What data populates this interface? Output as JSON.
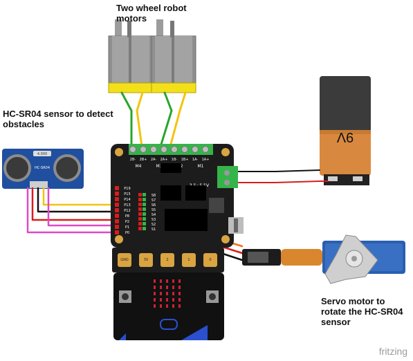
{
  "labels": {
    "motors": "Two wheel robot motors",
    "sensor": "HC-SR04 sensor to detect obstacles",
    "servo": "Servo motor to rotate the HC-SR04 sensor",
    "battery": "9V",
    "ultrasonic_model": "HC-SR04",
    "board_voltage": "3.5~5.5V",
    "watermark": "fritzing"
  },
  "board": {
    "motor_terminals": [
      "2B-",
      "2B+",
      "2A-",
      "2A+",
      "1B-",
      "1B+",
      "1A-",
      "1A+"
    ],
    "motor_groups": [
      "M4",
      "M3",
      "M2",
      "M1"
    ],
    "pins_left": [
      "P19",
      "P15",
      "P14",
      "P13",
      "P12",
      "P8",
      "P2",
      "P1",
      "P0"
    ],
    "pins_servo": [
      "S8",
      "S7",
      "S6",
      "S5",
      "S4",
      "S3",
      "S2",
      "S1"
    ],
    "edge_pins": [
      "GND",
      "3V",
      "2",
      "1",
      "0"
    ]
  },
  "colors": {
    "board": "#1c1c1c",
    "wire_green": "#2aa52a",
    "wire_yellow": "#f2c40f",
    "wire_red": "#d81c1c",
    "wire_black": "#111111",
    "wire_magenta": "#e048c8",
    "servo_blue": "#2a5fb0"
  }
}
